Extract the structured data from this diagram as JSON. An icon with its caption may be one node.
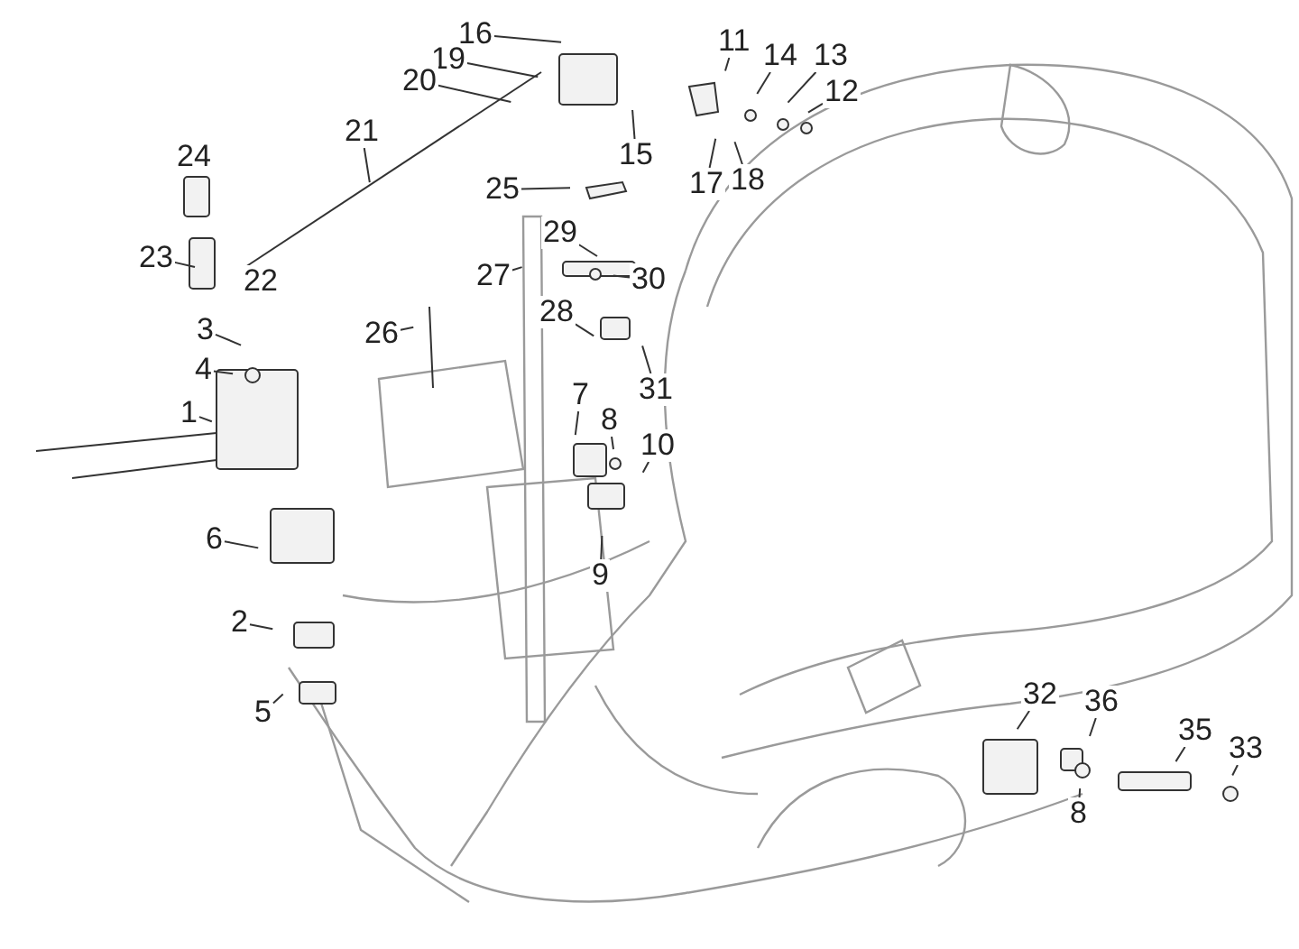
{
  "diagram": {
    "nodes": [
      {
        "text": [
          "16"
        ]
      },
      {
        "text": [
          "19"
        ]
      },
      {
        "text": [
          "11"
        ]
      },
      {
        "text": [
          "14"
        ]
      },
      {
        "text": [
          "13"
        ]
      },
      {
        "text": [
          "12"
        ]
      },
      {
        "text": [
          "20"
        ]
      },
      {
        "text": [
          "21"
        ]
      },
      {
        "text": [
          "15"
        ]
      },
      {
        "text": [
          "17"
        ]
      },
      {
        "text": [
          "18"
        ]
      },
      {
        "text": [
          "25"
        ]
      },
      {
        "text": [
          "29"
        ]
      },
      {
        "text": [
          "23"
        ]
      },
      {
        "text": [
          "22"
        ]
      },
      {
        "text": [
          "27"
        ]
      },
      {
        "text": [
          "30"
        ]
      },
      {
        "text": [
          "26"
        ]
      },
      {
        "text": [
          "28"
        ]
      },
      {
        "text": [
          "3"
        ]
      },
      {
        "text": [
          "31"
        ]
      },
      {
        "text": [
          "4"
        ]
      },
      {
        "text": [
          "7"
        ]
      },
      {
        "text": [
          "8"
        ]
      },
      {
        "text": [
          "1"
        ]
      },
      {
        "text": [
          "10"
        ]
      },
      {
        "text": [
          "9"
        ]
      },
      {
        "text": [
          "6"
        ]
      },
      {
        "text": [
          "2"
        ]
      },
      {
        "text": [
          "5"
        ]
      },
      {
        "text": [
          "32"
        ]
      },
      {
        "text": [
          "36"
        ]
      },
      {
        "text": [
          "35"
        ]
      },
      {
        "text": [
          "33"
        ]
      },
      {
        "text": [
          "8"
        ]
      },
      {
        "text": [
          "24"
        ]
      }
    ],
    "edges": [
      {
        "from": 0,
        "to": null,
        "arrow": "none"
      },
      {
        "from": 1,
        "to": null,
        "arrow": "none"
      },
      {
        "from": 2,
        "to": null,
        "arrow": "none"
      },
      {
        "from": 3,
        "to": null,
        "arrow": "none"
      },
      {
        "from": 4,
        "to": null,
        "arrow": "none"
      },
      {
        "from": 5,
        "to": null,
        "arrow": "none"
      },
      {
        "from": 6,
        "to": null,
        "arrow": "none"
      },
      {
        "from": 7,
        "to": null,
        "arrow": "none"
      },
      {
        "from": 8,
        "to": null,
        "arrow": "none"
      },
      {
        "from": 9,
        "to": null,
        "arrow": "none"
      },
      {
        "from": 10,
        "to": null,
        "arrow": "none"
      },
      {
        "from": 11,
        "to": null,
        "arrow": "none"
      },
      {
        "from": 12,
        "to": null,
        "arrow": "none"
      },
      {
        "from": 13,
        "to": null,
        "arrow": "none"
      },
      {
        "from": 14,
        "to": null,
        "arrow": "none"
      },
      {
        "from": 15,
        "to": null,
        "arrow": "none"
      },
      {
        "from": 16,
        "to": null,
        "arrow": "none"
      },
      {
        "from": 17,
        "to": null,
        "arrow": "none"
      },
      {
        "from": 18,
        "to": null,
        "arrow": "none"
      },
      {
        "from": 19,
        "to": null,
        "arrow": "none"
      },
      {
        "from": 20,
        "to": null,
        "arrow": "none"
      },
      {
        "from": 21,
        "to": null,
        "arrow": "none"
      },
      {
        "from": 22,
        "to": null,
        "arrow": "none"
      },
      {
        "from": 23,
        "to": null,
        "arrow": "none"
      },
      {
        "from": 24,
        "to": null,
        "arrow": "none"
      },
      {
        "from": 25,
        "to": null,
        "arrow": "none"
      },
      {
        "from": 26,
        "to": null,
        "arrow": "none"
      },
      {
        "from": 27,
        "to": null,
        "arrow": "none"
      },
      {
        "from": 28,
        "to": null,
        "arrow": "none"
      },
      {
        "from": 29,
        "to": null,
        "arrow": "none"
      },
      {
        "from": 30,
        "to": null,
        "arrow": "none"
      },
      {
        "from": 31,
        "to": null,
        "arrow": "none"
      },
      {
        "from": 32,
        "to": null,
        "arrow": "none"
      },
      {
        "from": 33,
        "to": null,
        "arrow": "none"
      },
      {
        "from": 34,
        "to": null,
        "arrow": "none"
      }
    ],
    "labels": []
  }
}
